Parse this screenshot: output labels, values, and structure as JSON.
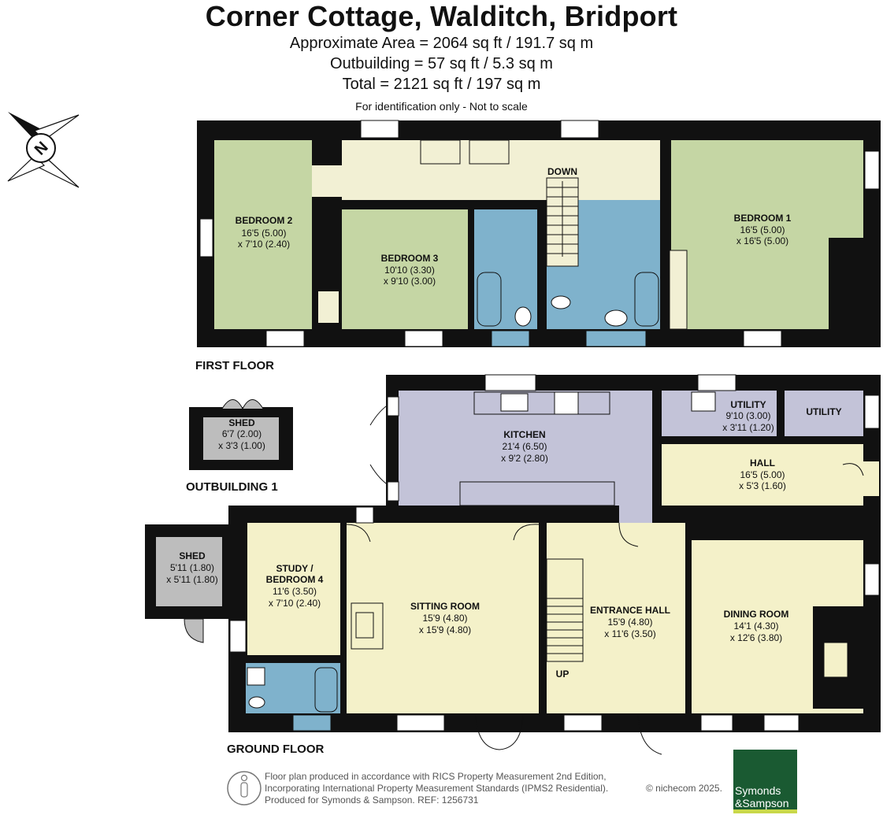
{
  "header": {
    "title": "Corner Cottage, Walditch, Bridport",
    "area_main": "Approximate Area = 2064 sq ft / 191.7 sq m",
    "area_outbuilding": "Outbuilding = 57 sq ft / 5.3 sq m",
    "area_total": "Total = 2121 sq ft / 197 sq m",
    "disclaimer": "For identification only - Not to scale"
  },
  "compass": {
    "letter": "N",
    "icon": "compass-icon"
  },
  "floors": {
    "first": {
      "label": "FIRST FLOOR",
      "down_label": "DOWN",
      "rooms": {
        "bedroom2": {
          "name": "BEDROOM 2",
          "dim1": "16'5 (5.00)",
          "dim2": "x 7'10 (2.40)"
        },
        "bedroom3": {
          "name": "BEDROOM 3",
          "dim1": "10'10 (3.30)",
          "dim2": "x 9'10 (3.00)"
        },
        "bedroom1": {
          "name": "BEDROOM 1",
          "dim1": "16'5 (5.00)",
          "dim2": "x 16'5 (5.00)"
        }
      }
    },
    "ground": {
      "label": "GROUND FLOOR",
      "up_label": "UP",
      "rooms": {
        "kitchen": {
          "name": "KITCHEN",
          "dim1": "21'4 (6.50)",
          "dim2": "x 9'2 (2.80)"
        },
        "utility1": {
          "name": "UTILITY",
          "dim1": "9'10 (3.00)",
          "dim2": "x 3'11 (1.20)"
        },
        "utility2": {
          "name": "UTILITY"
        },
        "hall": {
          "name": "HALL",
          "dim1": "16'5 (5.00)",
          "dim2": "x 5'3 (1.60)"
        },
        "shed_ground": {
          "name": "SHED",
          "dim1": "5'11 (1.80)",
          "dim2": "x 5'11 (1.80)"
        },
        "study": {
          "name1": "STUDY /",
          "name2": "BEDROOM 4",
          "dim1": "11'6 (3.50)",
          "dim2": "x 7'10 (2.40)"
        },
        "sitting": {
          "name": "SITTING ROOM",
          "dim1": "15'9 (4.80)",
          "dim2": "x 15'9 (4.80)"
        },
        "entrance": {
          "name": "ENTRANCE HALL",
          "dim1": "15'9 (4.80)",
          "dim2": "x 11'6 (3.50)"
        },
        "dining": {
          "name": "DINING ROOM",
          "dim1": "14'1 (4.30)",
          "dim2": "x 12'6 (3.80)"
        }
      }
    },
    "outbuilding": {
      "label": "OUTBUILDING 1",
      "shed": {
        "name": "SHED",
        "dim1": "6'7 (2.00)",
        "dim2": "x 3'3 (1.00)"
      }
    }
  },
  "colors": {
    "wall": "#111111",
    "bedroom": "#c5d6a4",
    "landing": "#f2f0d4",
    "bathroom": "#7fb2cc",
    "kitchen": "#c3c3d8",
    "living": "#f4f1c9",
    "shed": "#bdbdbd",
    "brand": "#1a5a32"
  },
  "footer": {
    "line1": "Floor plan produced in accordance with RICS Property Measurement 2nd Edition,",
    "line2": "Incorporating International Property Measurement Standards (IPMS2 Residential).",
    "line3": "Produced for Symonds & Sampson.   REF: 1256731",
    "copyright": "© nichecom 2025.",
    "brand_line1": "Symonds",
    "brand_line2": "&Sampson"
  }
}
